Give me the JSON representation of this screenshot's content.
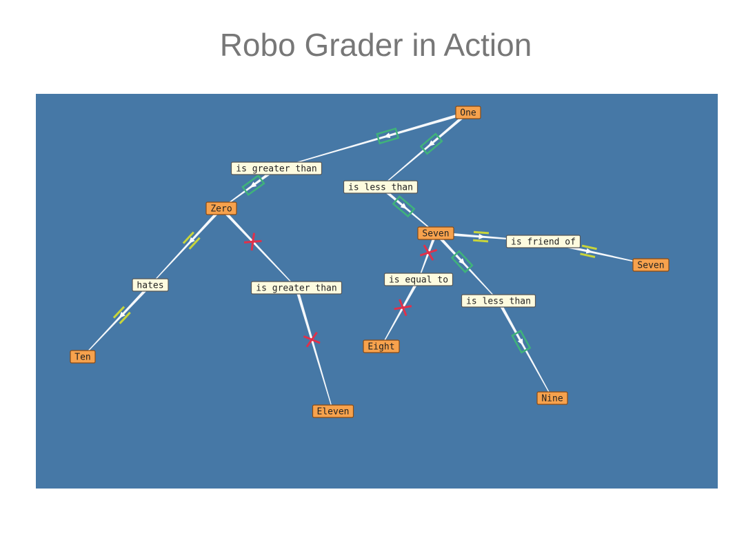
{
  "slide": {
    "title": "Robo Grader in Action"
  },
  "diagram": {
    "colors": {
      "panel_background": "#4678a6",
      "concept_fill": "#f7a24d",
      "concept_border": "#8a4a12",
      "relation_fill": "#fdfbdf",
      "relation_border": "#555555",
      "edge": "#ffffff",
      "correct_mark": "#3fb37a",
      "partial_mark": "#c9d53a",
      "wrong_mark": "#e0304a"
    },
    "nodes": [
      {
        "id": "one",
        "label": "One",
        "kind": "concept"
      },
      {
        "id": "gt1",
        "label": "is greater than",
        "kind": "relation"
      },
      {
        "id": "lt1",
        "label": "is less than",
        "kind": "relation"
      },
      {
        "id": "zero",
        "label": "Zero",
        "kind": "concept"
      },
      {
        "id": "seven",
        "label": "Seven",
        "kind": "concept"
      },
      {
        "id": "friend",
        "label": "is friend of",
        "kind": "relation"
      },
      {
        "id": "seven2",
        "label": "Seven",
        "kind": "concept"
      },
      {
        "id": "hates",
        "label": "hates",
        "kind": "relation"
      },
      {
        "id": "gt2",
        "label": "is greater than",
        "kind": "relation"
      },
      {
        "id": "eq",
        "label": "is equal to",
        "kind": "relation"
      },
      {
        "id": "lt2",
        "label": "is less than",
        "kind": "relation"
      },
      {
        "id": "ten",
        "label": "Ten",
        "kind": "concept"
      },
      {
        "id": "eight",
        "label": "Eight",
        "kind": "concept"
      },
      {
        "id": "nine",
        "label": "Nine",
        "kind": "concept"
      },
      {
        "id": "eleven",
        "label": "Eleven",
        "kind": "concept"
      }
    ],
    "edges": [
      {
        "from": "one",
        "to": "gt1",
        "grade": "correct"
      },
      {
        "from": "gt1",
        "to": "zero",
        "grade": "correct"
      },
      {
        "from": "one",
        "to": "lt1",
        "grade": "correct"
      },
      {
        "from": "lt1",
        "to": "seven",
        "grade": "correct"
      },
      {
        "from": "zero",
        "to": "hates",
        "grade": "partial"
      },
      {
        "from": "hates",
        "to": "ten",
        "grade": "partial"
      },
      {
        "from": "zero",
        "to": "gt2",
        "grade": "wrong"
      },
      {
        "from": "gt2",
        "to": "eleven",
        "grade": "wrong"
      },
      {
        "from": "seven",
        "to": "friend",
        "grade": "partial"
      },
      {
        "from": "friend",
        "to": "seven2",
        "grade": "partial"
      },
      {
        "from": "seven",
        "to": "eq",
        "grade": "wrong"
      },
      {
        "from": "eq",
        "to": "eight",
        "grade": "wrong"
      },
      {
        "from": "seven",
        "to": "lt2",
        "grade": "correct"
      },
      {
        "from": "lt2",
        "to": "nine",
        "grade": "correct"
      }
    ]
  }
}
